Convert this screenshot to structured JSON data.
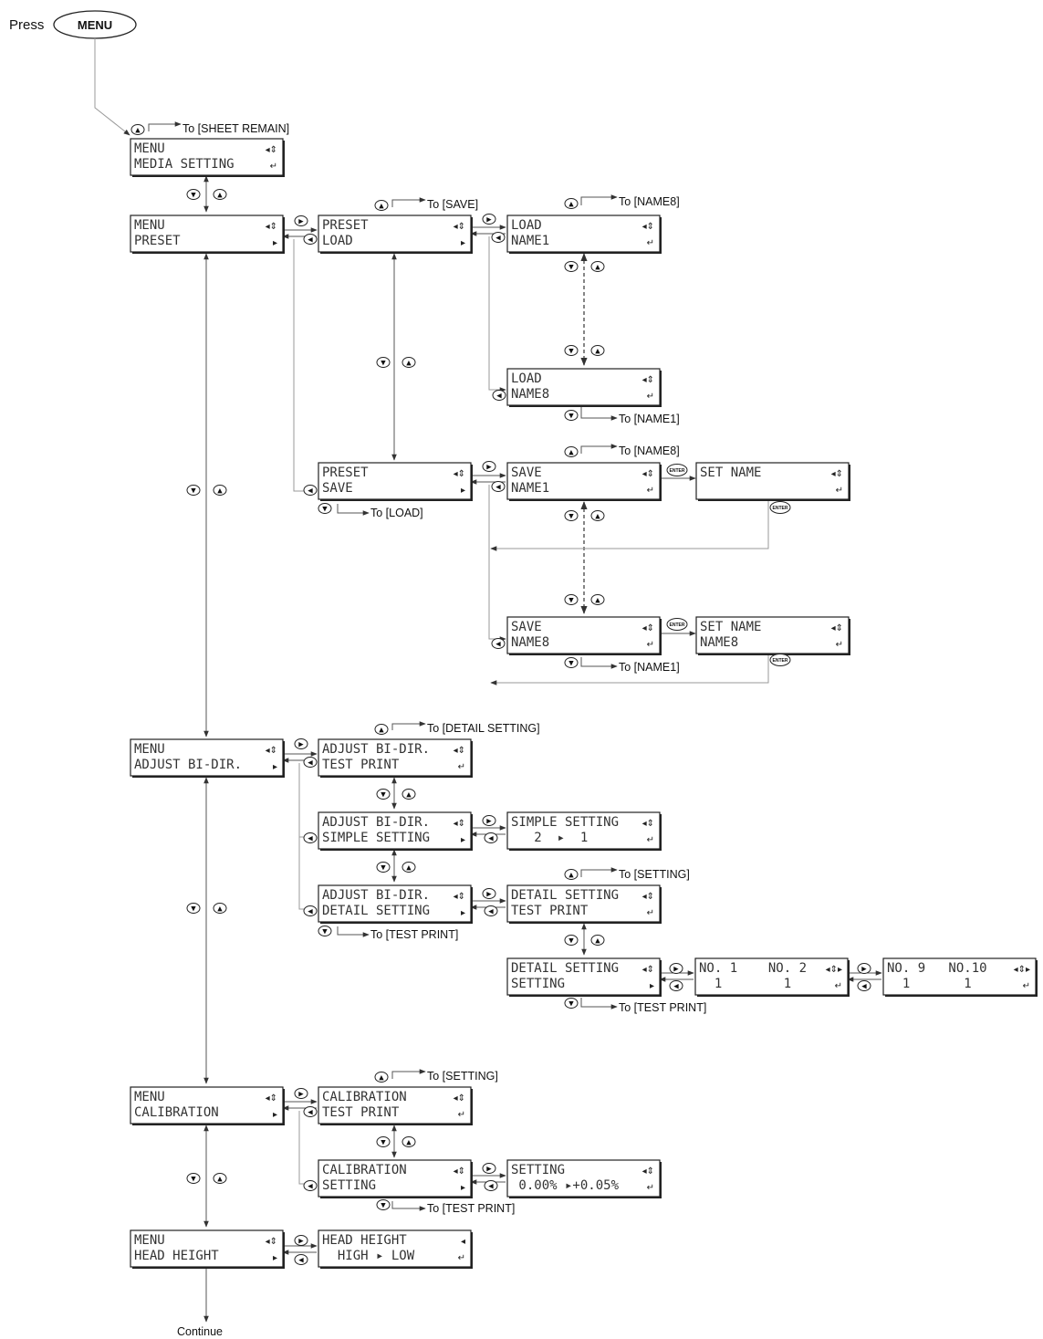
{
  "intro": {
    "press": "Press",
    "menu_key": "MENU",
    "continue": "Continue"
  },
  "screens": [
    {
      "id": "s1",
      "line1": "MENU",
      "line2": "MEDIA SETTING",
      "ind1": "◂⇕",
      "ind2": "↵"
    },
    {
      "id": "s2",
      "line1": "MENU",
      "line2": "PRESET",
      "ind1": "◂⇕",
      "ind2": "▸"
    },
    {
      "id": "s3",
      "line1": "PRESET",
      "line2": "LOAD",
      "ind1": "◂⇕",
      "ind2": "▸"
    },
    {
      "id": "s4",
      "line1": "LOAD",
      "line2": "NAME1",
      "ind1": "◂⇕",
      "ind2": "↵"
    },
    {
      "id": "s5",
      "line1": "LOAD",
      "line2": "NAME8",
      "ind1": "◂⇕",
      "ind2": "↵"
    },
    {
      "id": "s6",
      "line1": "PRESET",
      "line2": "SAVE",
      "ind1": "◂⇕",
      "ind2": "▸"
    },
    {
      "id": "s7",
      "line1": "SAVE",
      "line2": "NAME1",
      "ind1": "◂⇕",
      "ind2": "↵"
    },
    {
      "id": "s8",
      "line1": "SET NAME",
      "line2": "",
      "ind1": "◂⇕",
      "ind2": "↵"
    },
    {
      "id": "s9",
      "line1": "SAVE",
      "line2": "NAME8",
      "ind1": "◂⇕",
      "ind2": "↵"
    },
    {
      "id": "s10",
      "line1": "SET NAME",
      "line2": "NAME8",
      "ind1": "◂⇕",
      "ind2": "↵"
    },
    {
      "id": "s11",
      "line1": "MENU",
      "line2": "ADJUST BI-DIR.",
      "ind1": "◂⇕",
      "ind2": "▸"
    },
    {
      "id": "s12",
      "line1": "ADJUST BI-DIR.",
      "line2": "TEST PRINT",
      "ind1": "◂⇕",
      "ind2": "↵"
    },
    {
      "id": "s13",
      "line1": "ADJUST BI-DIR.",
      "line2": "SIMPLE SETTING",
      "ind1": "◂⇕",
      "ind2": "▸"
    },
    {
      "id": "s14",
      "line1": "SIMPLE SETTING",
      "line2": "   2  ▸  1",
      "ind1": "◂⇕",
      "ind2": "↵"
    },
    {
      "id": "s15",
      "line1": "ADJUST BI-DIR.",
      "line2": "DETAIL SETTING",
      "ind1": "◂⇕",
      "ind2": "▸"
    },
    {
      "id": "s16",
      "line1": "DETAIL SETTING",
      "line2": "TEST PRINT",
      "ind1": "◂⇕",
      "ind2": "↵"
    },
    {
      "id": "s17",
      "line1": "DETAIL SETTING",
      "line2": "SETTING",
      "ind1": "◂⇕",
      "ind2": "▸"
    },
    {
      "id": "s18",
      "line1": "NO. 1    NO. 2",
      "line2": "  1        1",
      "ind1": "◂⇕▸",
      "ind2": "↵"
    },
    {
      "id": "s19",
      "line1": "NO. 9   NO.10",
      "line2": "  1       1",
      "ind1": "◂⇕▸",
      "ind2": "↵"
    },
    {
      "id": "s20",
      "line1": "MENU",
      "line2": "CALIBRATION",
      "ind1": "◂⇕",
      "ind2": "▸"
    },
    {
      "id": "s21",
      "line1": "CALIBRATION",
      "line2": "TEST PRINT",
      "ind1": "◂⇕",
      "ind2": "↵"
    },
    {
      "id": "s22",
      "line1": "CALIBRATION",
      "line2": "SETTING",
      "ind1": "◂⇕",
      "ind2": "▸"
    },
    {
      "id": "s23",
      "line1": "SETTING",
      "line2": " 0.00% ▸+0.05%",
      "ind1": "◂⇕",
      "ind2": "↵"
    },
    {
      "id": "s24",
      "line1": "MENU",
      "line2": "HEAD HEIGHT",
      "ind1": "◂⇕",
      "ind2": "▸"
    },
    {
      "id": "s25",
      "line1": "HEAD HEIGHT",
      "line2": "  HIGH ▸ LOW",
      "ind1": "◂",
      "ind2": "↵"
    }
  ],
  "labels": [
    {
      "id": "l1",
      "text": "To [SHEET REMAIN]"
    },
    {
      "id": "l2",
      "text": "To [SAVE]"
    },
    {
      "id": "l3",
      "text": "To [NAME8]"
    },
    {
      "id": "l4",
      "text": "To [NAME1]"
    },
    {
      "id": "l5",
      "text": "To [NAME8]"
    },
    {
      "id": "l6",
      "text": "To [LOAD]"
    },
    {
      "id": "l7",
      "text": "To [NAME1]"
    },
    {
      "id": "l8",
      "text": "To [DETAIL SETTING]"
    },
    {
      "id": "l9",
      "text": "To [SETTING]"
    },
    {
      "id": "l10",
      "text": "To [TEST PRINT]"
    },
    {
      "id": "l11",
      "text": "To [TEST PRINT]"
    },
    {
      "id": "l12",
      "text": "To [SETTING]"
    },
    {
      "id": "l13",
      "text": "To [TEST PRINT]"
    }
  ],
  "buttons": {
    "up": "▲",
    "down": "▼",
    "left": "◀",
    "right": "▶",
    "enter": "ENTER"
  }
}
